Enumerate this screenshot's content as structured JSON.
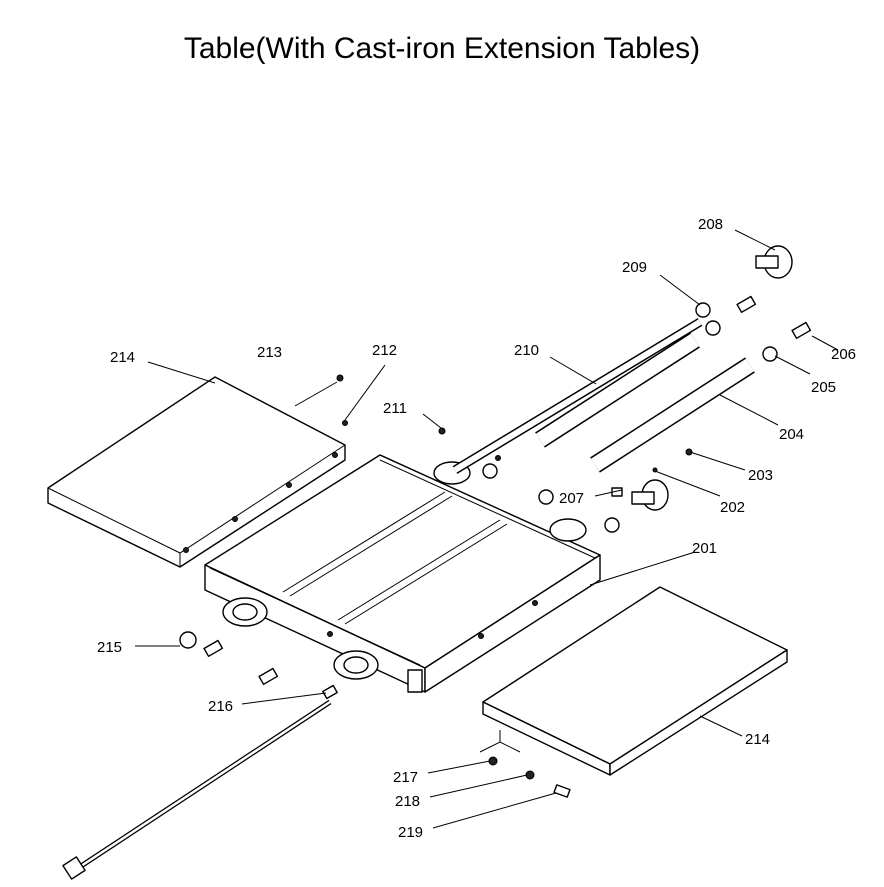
{
  "title": "Table(With Cast-iron Extension Tables)",
  "labels": {
    "p208": "208",
    "p209": "209",
    "p214a": "214",
    "p213": "213",
    "p212": "212",
    "p210": "210",
    "p206": "206",
    "p205": "205",
    "p211": "211",
    "p204": "204",
    "p203": "203",
    "p207": "207",
    "p202": "202",
    "p201": "201",
    "p215": "215",
    "p216": "216",
    "p214b": "214",
    "p217": "217",
    "p218": "218",
    "p219": "219"
  }
}
